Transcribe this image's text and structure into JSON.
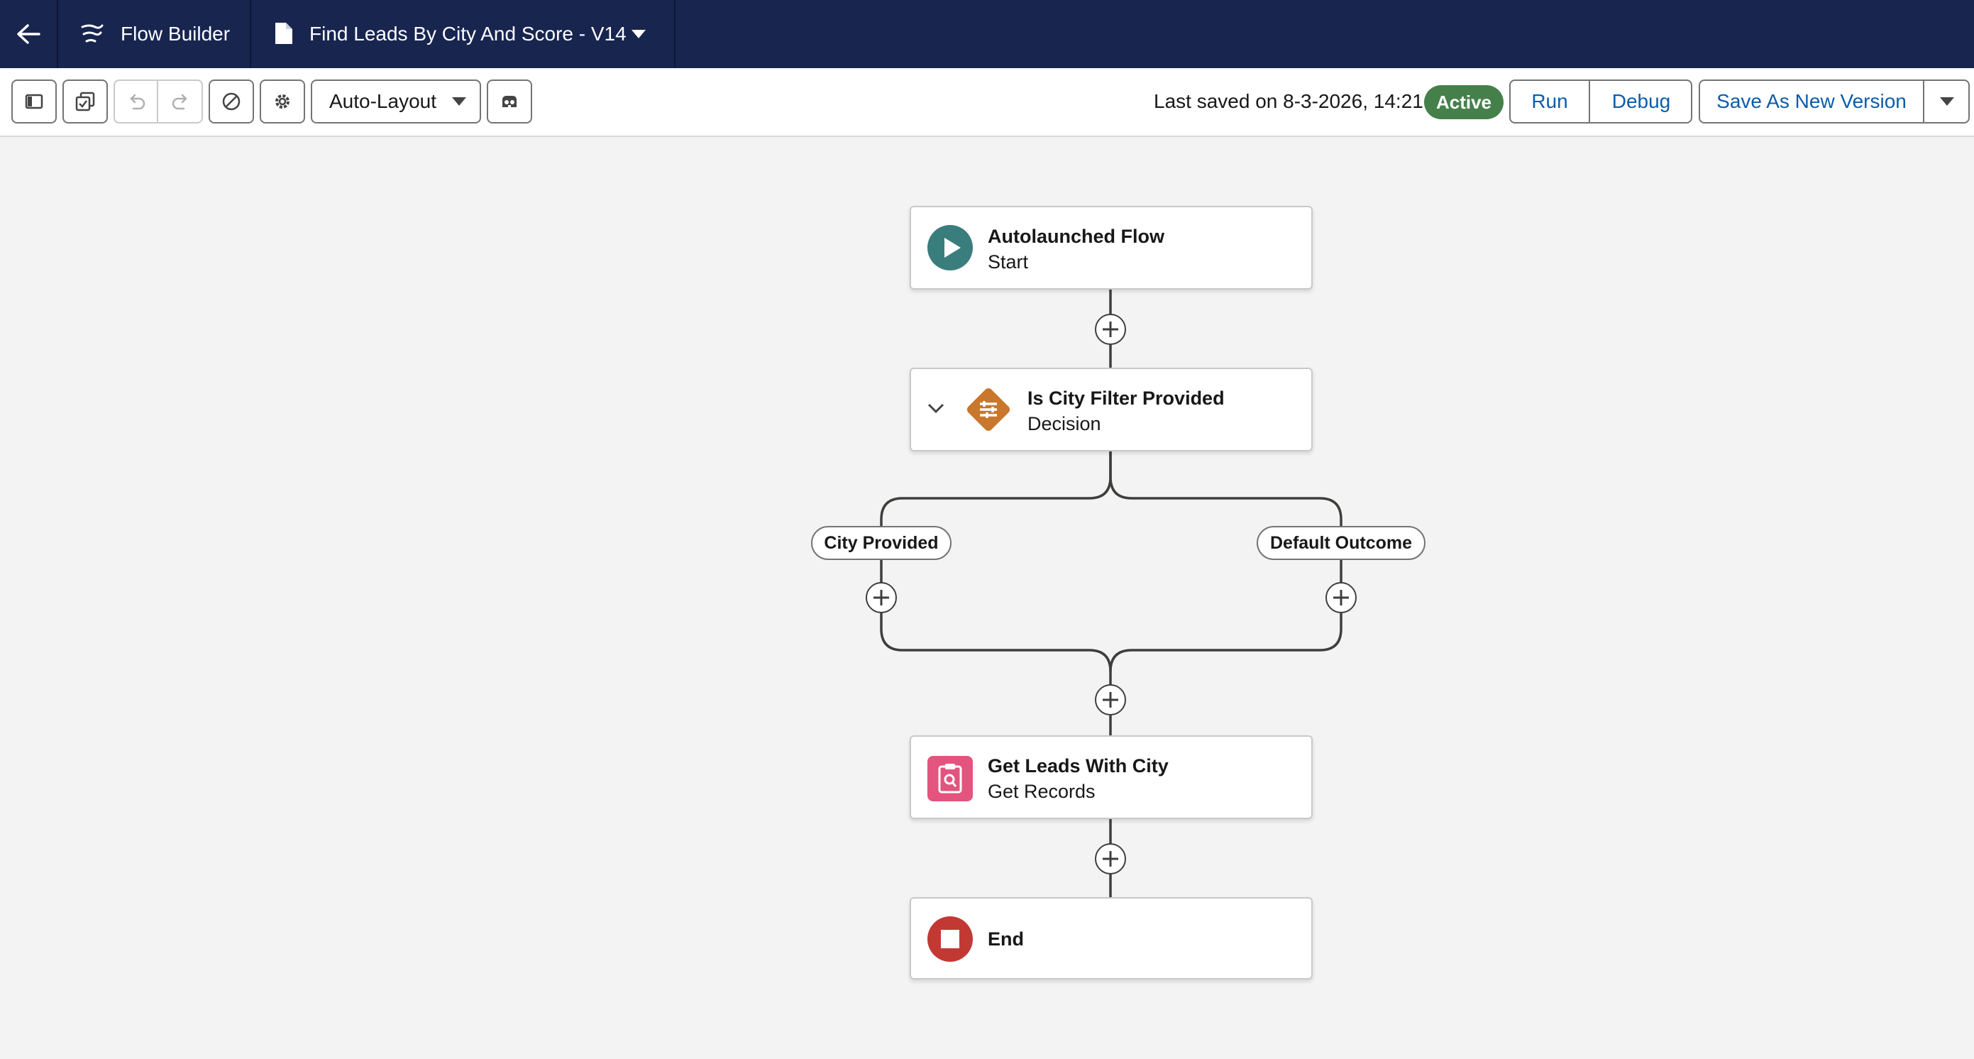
{
  "header": {
    "app_name": "Flow Builder",
    "flow_title": "Find Leads By City And Score - V14",
    "colors": {
      "bar_bg": "#18254f",
      "text": "#ffffff"
    },
    "icons": {
      "back": "arrow-left-icon",
      "app": "flow-builder-icon",
      "file": "document-icon",
      "menu": "chevron-down-icon"
    }
  },
  "toolbar": {
    "layout_select": "Auto-Layout",
    "last_saved": "Last saved on 8-3-2026, 14:21",
    "status_badge": "Active",
    "run_label": "Run",
    "debug_label": "Debug",
    "save_label": "Save As New Version",
    "colors": {
      "badge": "#45804b",
      "link": "#0b5cab"
    },
    "icons": [
      "toolbox-icon",
      "resource-manager-icon",
      "undo-icon",
      "redo-icon",
      "cancel-icon",
      "settings-icon",
      "dropdown-arrow-icon",
      "search-elements-icon"
    ]
  },
  "canvas": {
    "start": {
      "title": "Autolaunched Flow",
      "subtitle": "Start",
      "icon": "play-icon",
      "color": "#3a7d7d"
    },
    "decision": {
      "title": "Is City Filter Provided",
      "subtitle": "Decision",
      "icon": "decision-icon",
      "color": "#c8772d"
    },
    "outcomes": [
      "City Provided",
      "Default Outcome"
    ],
    "get_records": {
      "title": "Get Leads With City",
      "subtitle": "Get Records",
      "icon": "get-records-icon",
      "color": "#e3547e"
    },
    "end": {
      "title": "End",
      "icon": "stop-icon",
      "color": "#c23934"
    }
  }
}
